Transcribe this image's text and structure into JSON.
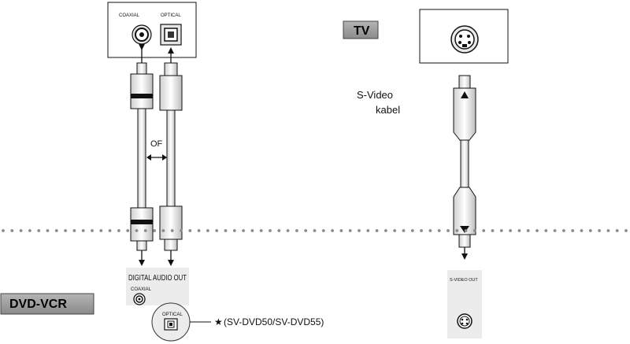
{
  "panel_top": {
    "coaxial_label": "COAXIAL",
    "optical_label": "OPTICAL"
  },
  "tv": {
    "label": "TV"
  },
  "svideo_cable": {
    "line1": "S-Video",
    "line2": "kabel"
  },
  "or_label": "OF",
  "dvd_panel": {
    "digital_audio_out": "DIGITAL AUDIO OUT",
    "coaxial_label": "COAXIAL",
    "optical_label": "OPTICAL",
    "svideo_out": "S-VIDEO OUT"
  },
  "device": {
    "label": "DVD-VCR"
  },
  "footnote": {
    "star": "★",
    "text": "(SV-DVD50/SV-DVD55)"
  },
  "colors": {
    "tag_bg": "#9a9a9a",
    "outline": "#111111",
    "panel_gray": "#ececec",
    "dots": "#8a8a8a"
  }
}
